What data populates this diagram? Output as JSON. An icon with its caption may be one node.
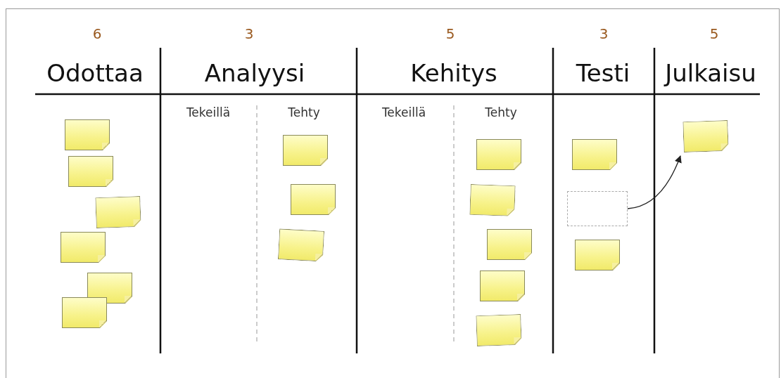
{
  "diagram": {
    "nodes": [
      {
        "text": [],
        "shape": "note"
      },
      {
        "text": [],
        "shape": "note"
      },
      {
        "text": [],
        "shape": "note"
      },
      {
        "text": [],
        "shape": "note"
      },
      {
        "text": [],
        "shape": "note"
      },
      {
        "text": [],
        "shape": "note"
      },
      {
        "text": [],
        "shape": "note"
      },
      {
        "text": [],
        "shape": "note"
      },
      {
        "text": [],
        "shape": "note"
      },
      {
        "text": [],
        "shape": "note"
      },
      {
        "text": [],
        "shape": "note"
      },
      {
        "text": [],
        "shape": "note"
      },
      {
        "text": [],
        "shape": "note"
      },
      {
        "text": [],
        "shape": "note"
      },
      {
        "text": [],
        "shape": "note"
      },
      {
        "text": [],
        "shape": "box"
      },
      {
        "text": [],
        "shape": "note"
      },
      {
        "text": [],
        "shape": "note"
      }
    ],
    "edges": [
      {
        "from": 15,
        "to": 17,
        "arrow": "to"
      }
    ],
    "labels": [
      "6",
      "3",
      "5",
      "3",
      "5",
      "Odottaa",
      "Analyysi",
      "Kehitys",
      "Testi",
      "Julkaisu",
      "Tekeillä",
      "Tehty",
      "Tekeillä",
      "Tehty"
    ]
  }
}
